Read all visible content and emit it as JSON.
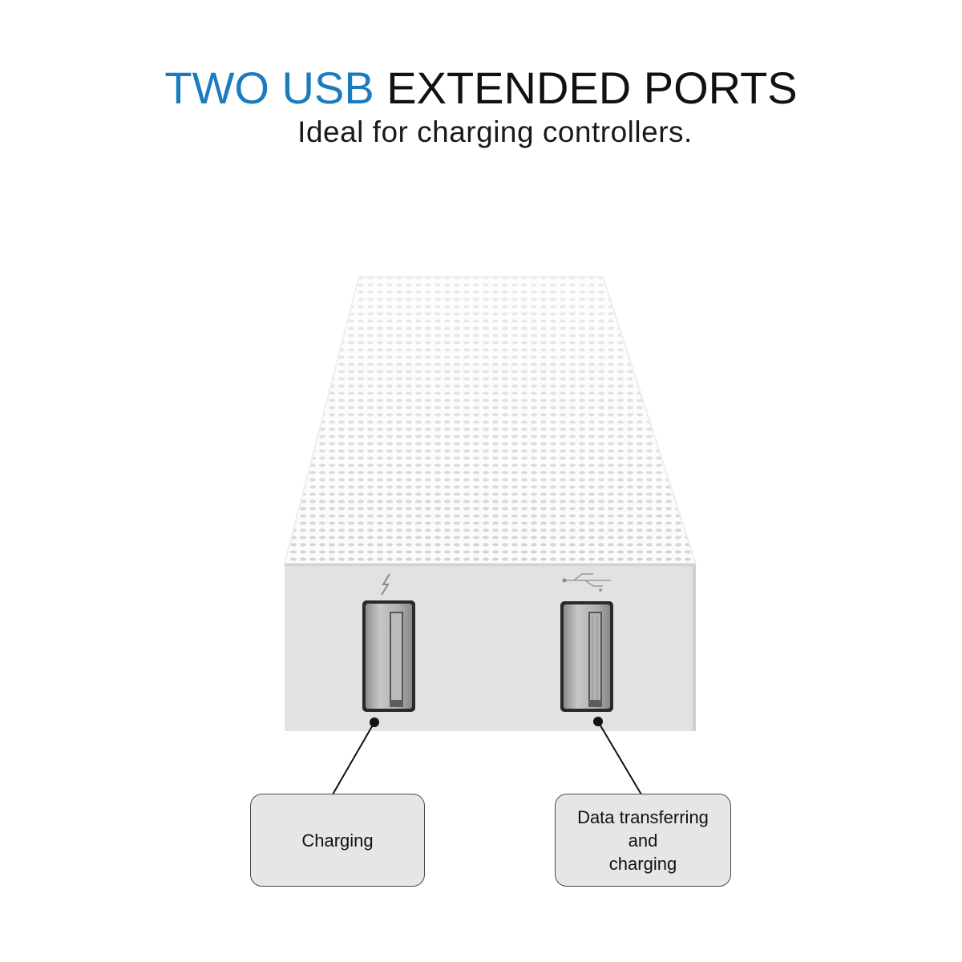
{
  "header": {
    "title_accent": "TWO USB",
    "title_rest": " EXTENDED PORTS",
    "subtitle": "Ideal for charging controllers."
  },
  "colors": {
    "accent": "#1a7bbf",
    "text": "#111111",
    "device_front": "#e2e2e2",
    "label_bg": "#e6e6e6",
    "port_metal": "#a9a7a5"
  },
  "ports": [
    {
      "id": "port-1",
      "icon": "lightning-icon",
      "label": "Charging"
    },
    {
      "id": "port-2",
      "icon": "usb-icon",
      "label_lines": [
        "Data transferring",
        "and",
        "charging"
      ]
    }
  ]
}
